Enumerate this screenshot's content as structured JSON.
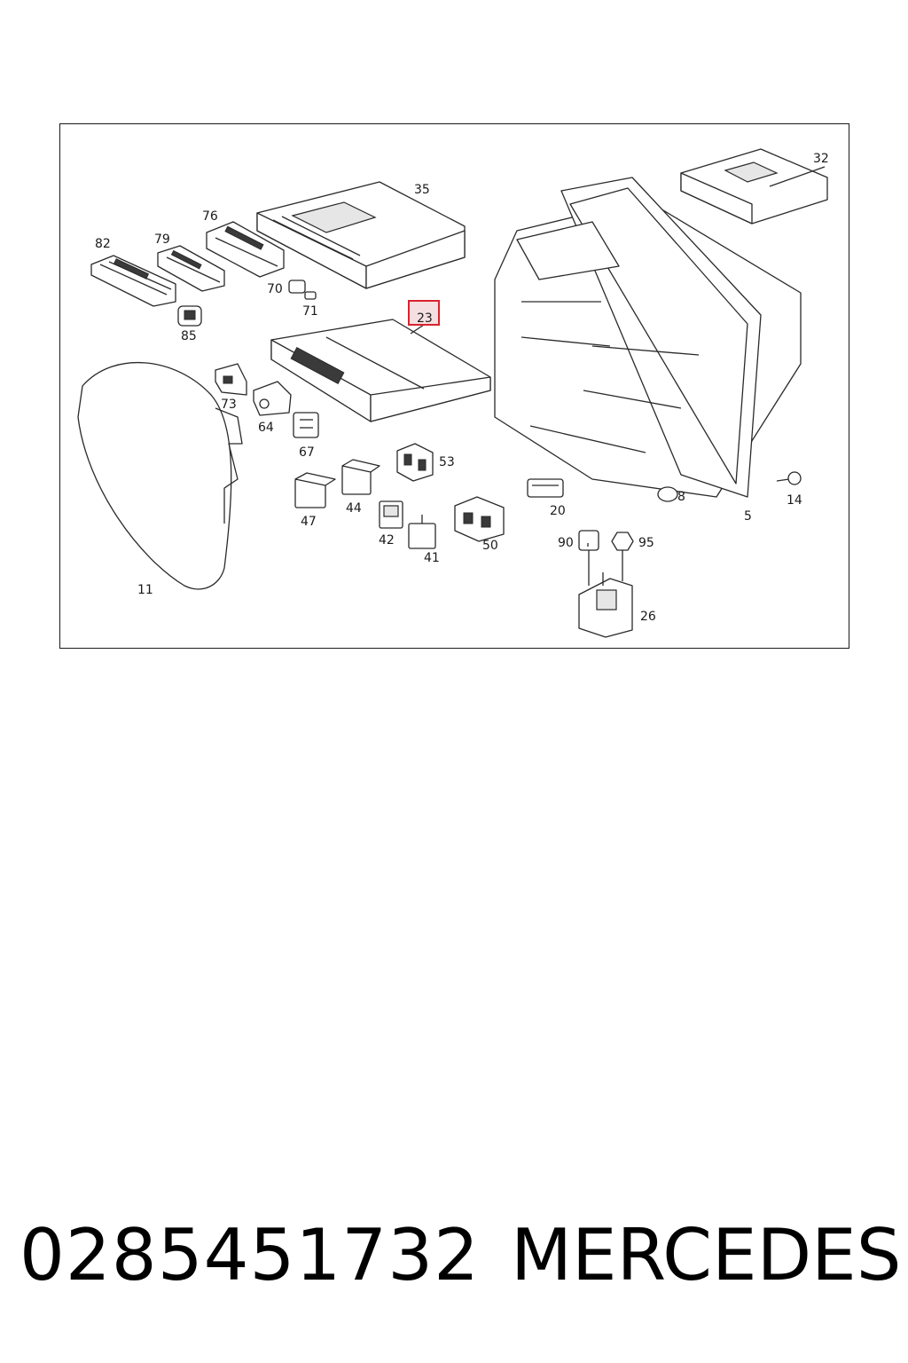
{
  "diagram": {
    "callouts": [
      {
        "id": "35",
        "label": "35"
      },
      {
        "id": "32",
        "label": "32"
      },
      {
        "id": "76",
        "label": "76"
      },
      {
        "id": "82",
        "label": "82"
      },
      {
        "id": "79",
        "label": "79"
      },
      {
        "id": "70",
        "label": "70"
      },
      {
        "id": "71",
        "label": "71"
      },
      {
        "id": "85",
        "label": "85"
      },
      {
        "id": "23",
        "label": "23",
        "highlighted": true
      },
      {
        "id": "73",
        "label": "73"
      },
      {
        "id": "64",
        "label": "64"
      },
      {
        "id": "67",
        "label": "67"
      },
      {
        "id": "53",
        "label": "53"
      },
      {
        "id": "47",
        "label": "47"
      },
      {
        "id": "44",
        "label": "44"
      },
      {
        "id": "42",
        "label": "42"
      },
      {
        "id": "41",
        "label": "41"
      },
      {
        "id": "50",
        "label": "50"
      },
      {
        "id": "20",
        "label": "20"
      },
      {
        "id": "8",
        "label": "8"
      },
      {
        "id": "5",
        "label": "5"
      },
      {
        "id": "14",
        "label": "14"
      },
      {
        "id": "90",
        "label": "90"
      },
      {
        "id": "95",
        "label": "95"
      },
      {
        "id": "26",
        "label": "26"
      },
      {
        "id": "11",
        "label": "11"
      }
    ],
    "highlight_color": "#d9232e",
    "highlight_fill": "#f6dfe1",
    "line_color": "#2a2a2a"
  },
  "caption": {
    "part_number": "0285451732",
    "brand": "MERCEDES"
  }
}
